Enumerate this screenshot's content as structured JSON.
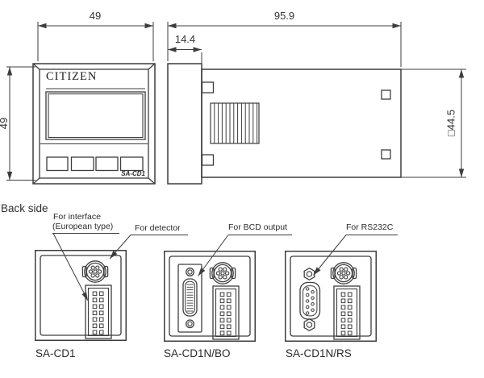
{
  "colors": {
    "line": "#3d3d3d",
    "text": "#2f2f2f"
  },
  "drawing": {
    "front": {
      "brand": "CITIZEN",
      "model": "SA-CD1"
    },
    "dims": {
      "width_top": "49",
      "height_left": "49",
      "bezel_depth": "14.4",
      "body_length": "95.9",
      "square_size": "□44.5"
    }
  },
  "back": {
    "title": "Back side",
    "callouts": {
      "interface_line1": "For interface",
      "interface_line2": "(European type)",
      "detector": "For detector",
      "bcd": "For BCD output",
      "rs232c": "For RS232C"
    },
    "panels": [
      {
        "name": "SA-CD1"
      },
      {
        "name": "SA-CD1N/BO"
      },
      {
        "name": "SA-CD1N/RS"
      }
    ]
  }
}
